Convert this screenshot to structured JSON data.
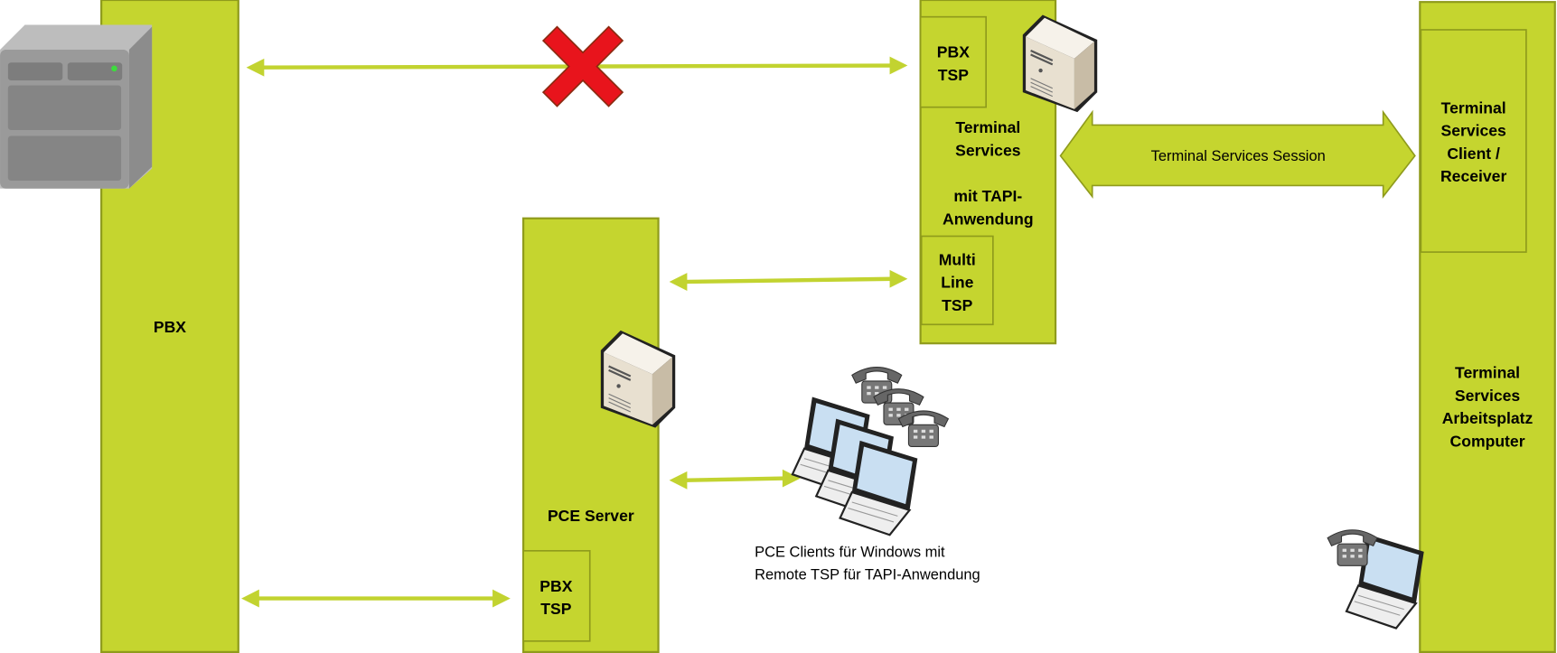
{
  "colors": {
    "block": "#c5d52f",
    "border": "#8f9b1c",
    "arrow": "#c2d330",
    "blocked": "#e8141c"
  },
  "pbx": {
    "label": "PBX"
  },
  "terminal_server": {
    "pbx_tsp": [
      "PBX",
      "TSP"
    ],
    "title": [
      "Terminal",
      "Services"
    ],
    "subtitle": [
      "mit TAPI-",
      "Anwendung"
    ],
    "multiline_tsp": [
      "Multi",
      "Line",
      "TSP"
    ]
  },
  "session_arrow": {
    "label": "Terminal Services Session"
  },
  "client": {
    "receiver": [
      "Terminal",
      "Services",
      "Client /",
      "Receiver"
    ],
    "workstation": [
      "Terminal",
      "Services",
      "Arbeitsplatz",
      "Computer"
    ]
  },
  "pce_server": {
    "label": "PCE Server",
    "pbx_tsp": [
      "PBX",
      "TSP"
    ]
  },
  "pce_clients": {
    "caption": [
      "PCE Clients für Windows mit",
      "Remote TSP für TAPI-Anwendung"
    ]
  },
  "icons": [
    "server-rack-icon",
    "server-tower-icon",
    "laptop-icon",
    "telephone-icon",
    "blocked-x-icon"
  ]
}
